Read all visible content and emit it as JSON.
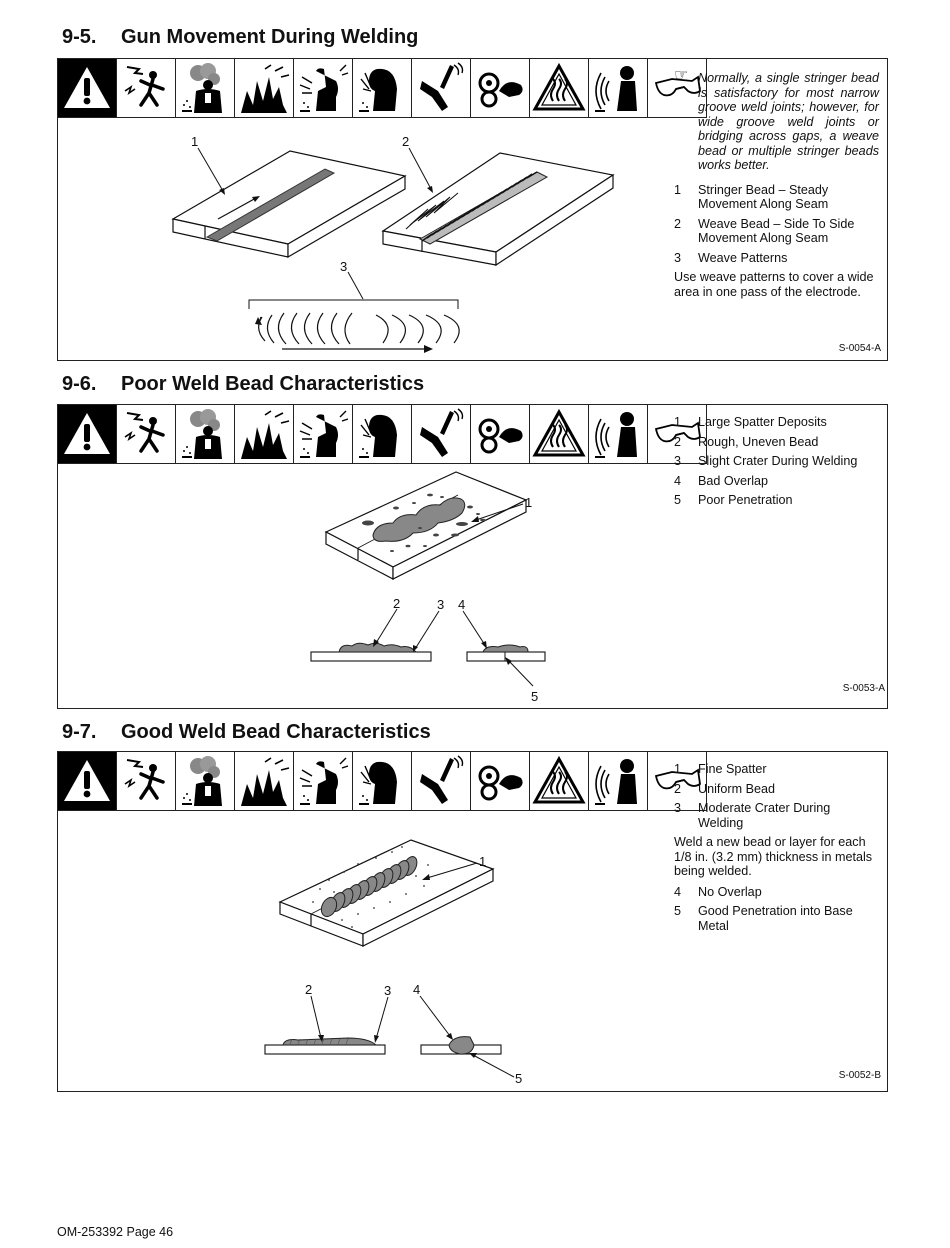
{
  "sections": [
    {
      "number": "9-5.",
      "title": "Gun Movement During Welding",
      "note": "Normally, a single stringer bead is satisfactory for most narrow groove weld joints; however, for wide groove weld joints or bridging across gaps, a weave bead or multiple stringer beads works better.",
      "items": [
        {
          "n": "1",
          "text": "Stringer Bead – Steady Movement Along Seam"
        },
        {
          "n": "2",
          "text": "Weave Bead – Side To Side Movement Along Seam"
        },
        {
          "n": "3",
          "text": "Weave Patterns"
        }
      ],
      "paragraph": "Use weave patterns to cover a wide area in one pass of the electrode.",
      "ref": "S-0054-A",
      "callouts": [
        "1",
        "2",
        "3"
      ]
    },
    {
      "number": "9-6.",
      "title": "Poor Weld Bead Characteristics",
      "items": [
        {
          "n": "1",
          "text": "Large Spatter Deposits"
        },
        {
          "n": "2",
          "text": "Rough, Uneven Bead"
        },
        {
          "n": "3",
          "text": "Slight Crater During Welding"
        },
        {
          "n": "4",
          "text": "Bad Overlap"
        },
        {
          "n": "5",
          "text": "Poor Penetration"
        }
      ],
      "ref": "S-0053-A",
      "callouts": [
        "1",
        "2",
        "3",
        "4",
        "5"
      ]
    },
    {
      "number": "9-7.",
      "title": "Good Weld Bead Characteristics",
      "items": [
        {
          "n": "1",
          "text": "Fine Spatter"
        },
        {
          "n": "2",
          "text": "Uniform Bead"
        },
        {
          "n": "3",
          "text": "Moderate Crater During Welding"
        }
      ],
      "paragraph": "Weld a new bead or layer for each 1/8 in. (3.2 mm) thickness in metals being welded.",
      "items2": [
        {
          "n": "4",
          "text": "No Overlap"
        },
        {
          "n": "5",
          "text": "Good Penetration into Base Metal"
        }
      ],
      "ref": "S-0052-B",
      "callouts": [
        "1",
        "2",
        "3",
        "4",
        "5"
      ]
    }
  ],
  "safety_icons": [
    "warning-icon",
    "electric-shock-icon",
    "fumes-icon",
    "fire-explosion-icon",
    "arc-rays-icon",
    "welding-helmet-icon",
    "hot-gun-icon",
    "moving-parts-icon",
    "hot-surface-icon",
    "noise-icon",
    "safety-glasses-icon"
  ],
  "footer": "OM-253392 Page 46"
}
